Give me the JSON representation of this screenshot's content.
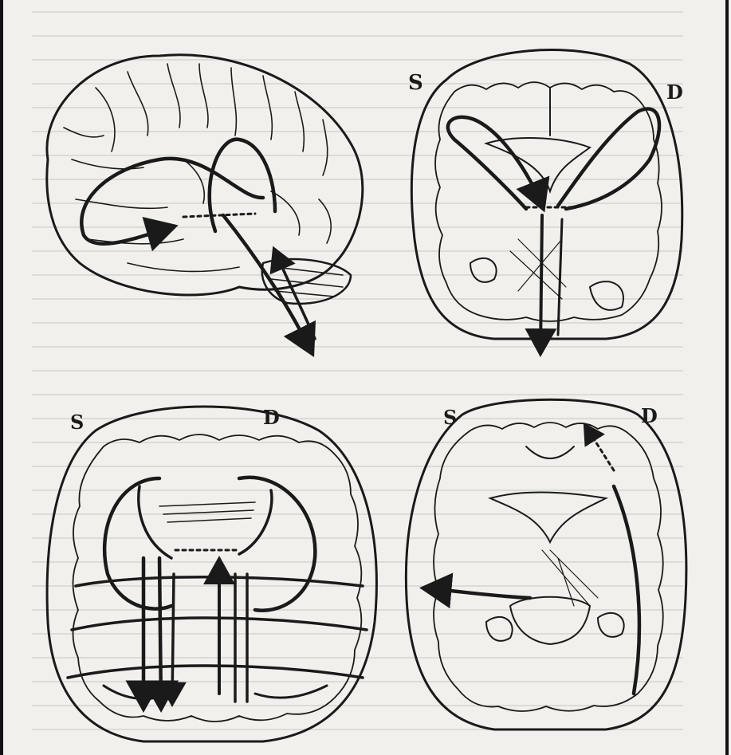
{
  "figure": {
    "panels": [
      {
        "id": "lateral-view",
        "labels": []
      },
      {
        "id": "horizontal-section-top-right",
        "labels": {
          "left": "S",
          "right": "D"
        }
      },
      {
        "id": "horizontal-section-bottom-left",
        "labels": {
          "left": "S",
          "right": "D"
        }
      },
      {
        "id": "horizontal-section-bottom-right",
        "labels": {
          "left": "S",
          "right": "D"
        }
      }
    ]
  },
  "colors": {
    "paper": "#f1f0ec",
    "ink": "#1a1a1a",
    "bleed_text": "#9c9b96"
  }
}
